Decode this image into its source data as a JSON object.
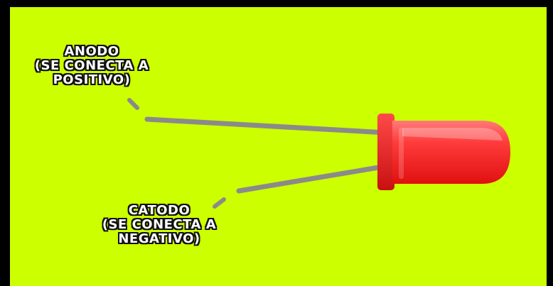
{
  "colors": {
    "background": "#ccff00",
    "frame": "#000000",
    "lead": "#8a8a8a",
    "led_body": "#ff2a2a",
    "led_rim": "#e01818",
    "label_fill": "#ffffff",
    "label_stroke": "#111111"
  },
  "labels": {
    "anode": {
      "line1": "ANODO",
      "line2": "(SE CONECTA A",
      "line3": "POSITIVO)"
    },
    "cathode": {
      "line1": "CATODO",
      "line2": "(SE CONECTA A",
      "line3": "NEGATIVO)"
    }
  },
  "icons": {
    "led": "led-icon"
  }
}
